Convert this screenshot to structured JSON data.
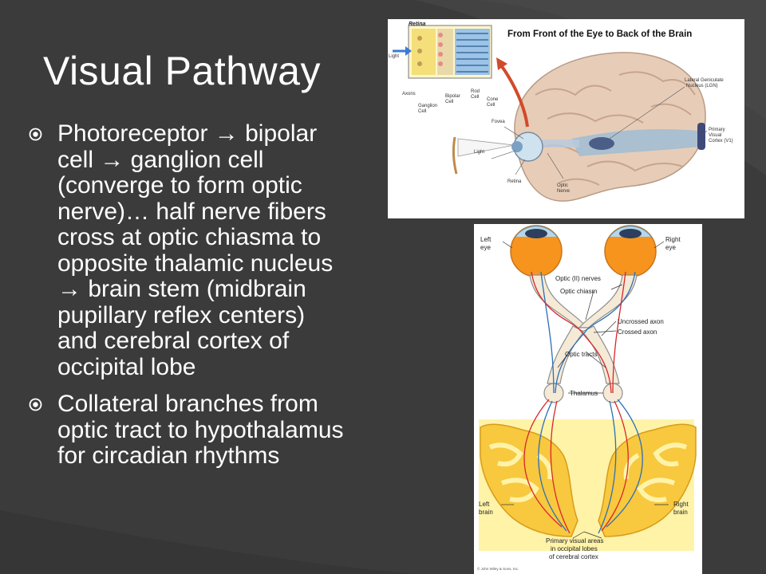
{
  "slide": {
    "title": "Visual Pathway",
    "bullets": [
      {
        "lines": [
          "Photoreceptor → bipolar",
          "cell → ganglion cell",
          "(converge to form optic",
          "nerve)…  half nerve fibers",
          "cross at optic chiasma to",
          "opposite thalamic nucleus",
          "→ brain stem (midbrain",
          "pupillary reflex centers)",
          "and cerebral cortex of",
          "occipital lobe"
        ]
      },
      {
        "lines": [
          "Collateral branches from",
          "optic tract to hypothalamus",
          "for circadian rhythms"
        ]
      }
    ]
  },
  "figure1": {
    "heading": "From Front of the Eye to Back of the Brain",
    "retina_label": "Retina",
    "light_label": "Light",
    "axons": "Axons",
    "ganglion": [
      "Ganglion",
      "Cell"
    ],
    "bipolar": [
      "Bipolar",
      "Cell"
    ],
    "rod": [
      "Rod",
      "Cell"
    ],
    "cone": [
      "Cone",
      "Cell"
    ],
    "fovea": "Fovea",
    "light2": "Light",
    "retina2": "Retina",
    "optic_nerve": [
      "Optic",
      "Nerve"
    ],
    "lgn": [
      "Lateral Geniculate",
      "Nucleus (LGN)"
    ],
    "v1": [
      "Primary",
      "Visual",
      "Cortex (V1)"
    ]
  },
  "figure2": {
    "left_eye": [
      "Left",
      "eye"
    ],
    "right_eye": [
      "Right",
      "eye"
    ],
    "optic_nerves": "Optic (II) nerves",
    "optic_chiasm": "Optic chiasm",
    "uncrossed": "Uncrossed axon",
    "crossed": "Crossed axon",
    "optic_tracts": "Optic tracts",
    "thalamus": "Thalamus",
    "left_brain": [
      "Left",
      "brain"
    ],
    "right_brain": [
      "Right",
      "brain"
    ],
    "primary": [
      "Primary visual areas",
      "in occipital lobes",
      "of cerebral cortex"
    ],
    "copyright": "© John Wiley & Sons, Inc."
  },
  "colors": {
    "background": "#3b3b3b",
    "text": "#ffffff",
    "bullet_icon": "#ffffff",
    "eye_orange": "#f7941d",
    "brain_yellow": "#ffe98a",
    "axon_red": "#d9262b",
    "axon_blue": "#2b6fb8"
  }
}
